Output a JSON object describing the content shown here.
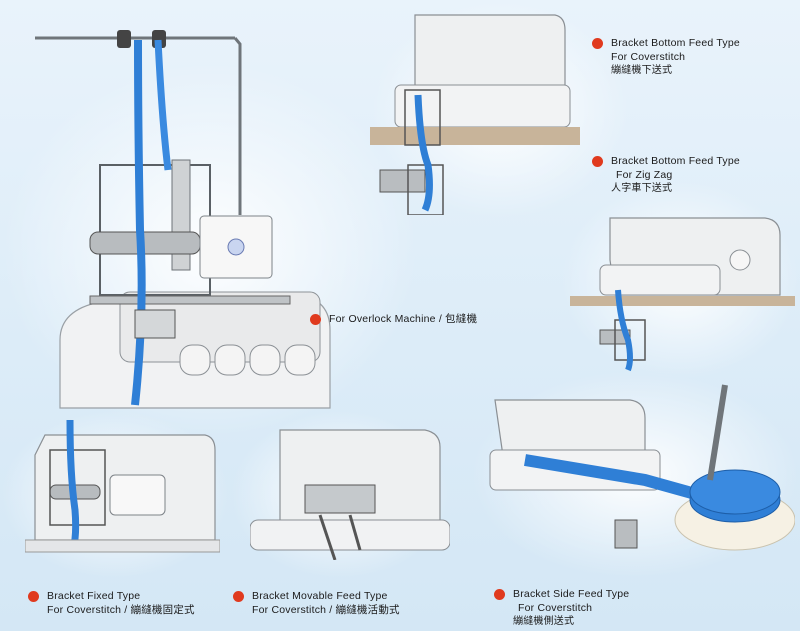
{
  "labels": {
    "overlock": {
      "line1": "For Overlock Machine / 包縫機"
    },
    "bracket_bottom_coverstitch": {
      "line1": "Bracket Bottom Feed Type",
      "line2": "For Coverstitch",
      "line3": "繃縫機下送式"
    },
    "bracket_bottom_zigzag": {
      "line1": "Bracket Bottom Feed Type",
      "line2": "For Zig Zag",
      "line3": "人字車下送式"
    },
    "bracket_fixed": {
      "line1": "Bracket Fixed Type",
      "line2": "For Coverstitch / 繃縫機固定式"
    },
    "bracket_movable": {
      "line1": "Bracket Movable Feed Type",
      "line2": "For Coverstitch / 繃縫機活動式"
    },
    "bracket_side": {
      "line1": "Bracket Side Feed Type",
      "line2": "For Coverstitch",
      "line3": "繃縫機側送式"
    }
  },
  "colors": {
    "bullet": "#e03a1e",
    "tape": "#2f7fd6",
    "machine_body": "#eef0f1",
    "machine_edge": "#8a8f94"
  }
}
